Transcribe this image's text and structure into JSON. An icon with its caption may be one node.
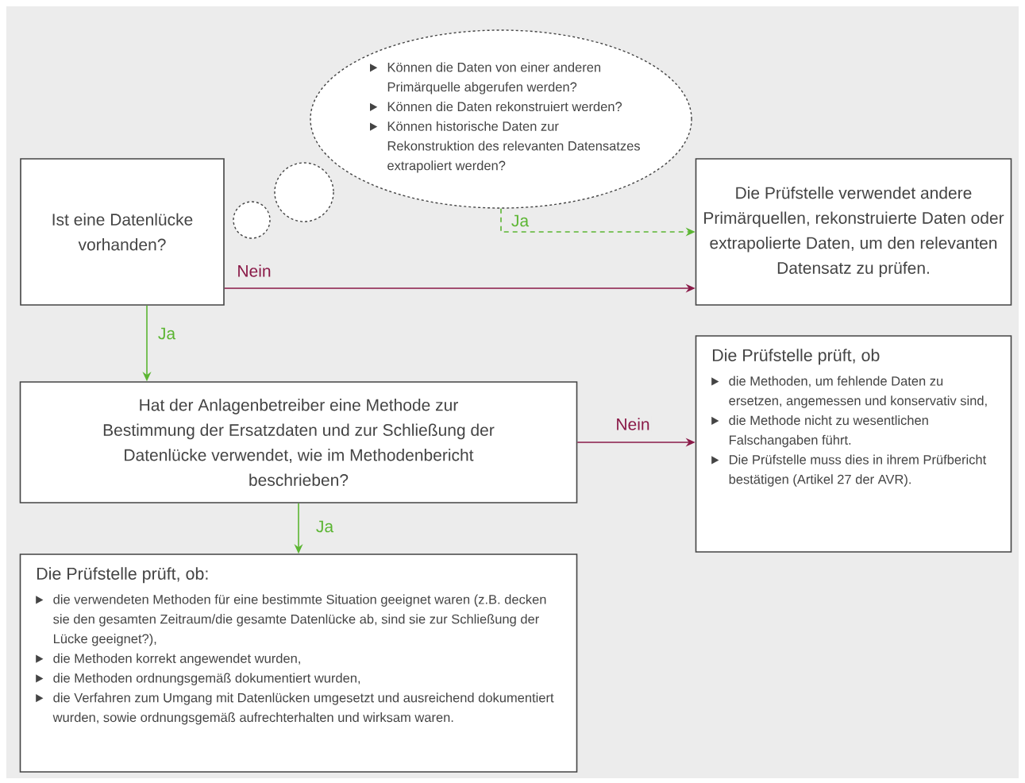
{
  "diagram": {
    "nodes": [
      {
        "text": [
          "Ist eine Datenlücke vorhanden?"
        ]
      },
      {
        "text": [
          "Können die Daten von einer anderen Primärquelle abgerufen werden?",
          "Können die Daten rekonstruiert werden?",
          "Können historische Daten zur Rekonstruktion des relevanten Datensatzes extrapoliert werden?"
        ]
      },
      {
        "text": [
          "Die Prüfstelle verwendet andere Primärquellen, rekonstruierte Daten oder extrapolierte Daten, um den relevanten Datensatz zu prüfen."
        ]
      },
      {
        "text": [
          "Hat der Anlagenbetreiber eine Methode zur Bestimmung der Ersatzdaten und zur Schließung der Datenlücke verwendet, wie im Methodenbericht beschrieben?"
        ]
      },
      {
        "text": [
          "Die Prüfstelle prüft, ob",
          "die Methoden, um fehlende Daten zu ersetzen, angemessen und konservativ sind,",
          "die Methode nicht zu wesentlichen Falschangaben führt.",
          "Die Prüfstelle muss dies in ihrem Prüfbericht bestätigen (Artikel 27 der AVR)."
        ]
      },
      {
        "text": [
          "Die Prüfstelle prüft, ob:",
          "die verwendeten Methoden für eine bestimmte Situation geeignet waren (z.B. decken sie den gesamten Zeitraum/die gesamte Datenlücke ab, sind sie zur Schließung der Lücke geeignet?),",
          "die Methoden korrekt angewendet wurden,",
          "die Methoden ordnungsgemäß dokumentiert wurden,",
          "die Verfahren zum Umgang mit Datenlücken umgesetzt und ausreichend dokumentiert wurden, sowie ordnungsgemäß aufrechterhalten und wirksam waren."
        ]
      }
    ],
    "edges": [
      {
        "from": 1,
        "to": 2,
        "arrow": "to",
        "label": "Ja",
        "style": "dashed",
        "color": "#5bb532"
      },
      {
        "from": 0,
        "to": 2,
        "arrow": "to",
        "label": "Nein",
        "color": "#8a1a48"
      },
      {
        "from": 0,
        "to": 3,
        "arrow": "to",
        "label": "Ja",
        "color": "#5bb532"
      },
      {
        "from": 3,
        "to": 4,
        "arrow": "to",
        "label": "Nein",
        "color": "#8a1a48"
      },
      {
        "from": 3,
        "to": 5,
        "arrow": "to",
        "label": "Ja",
        "color": "#5bb532"
      }
    ]
  }
}
